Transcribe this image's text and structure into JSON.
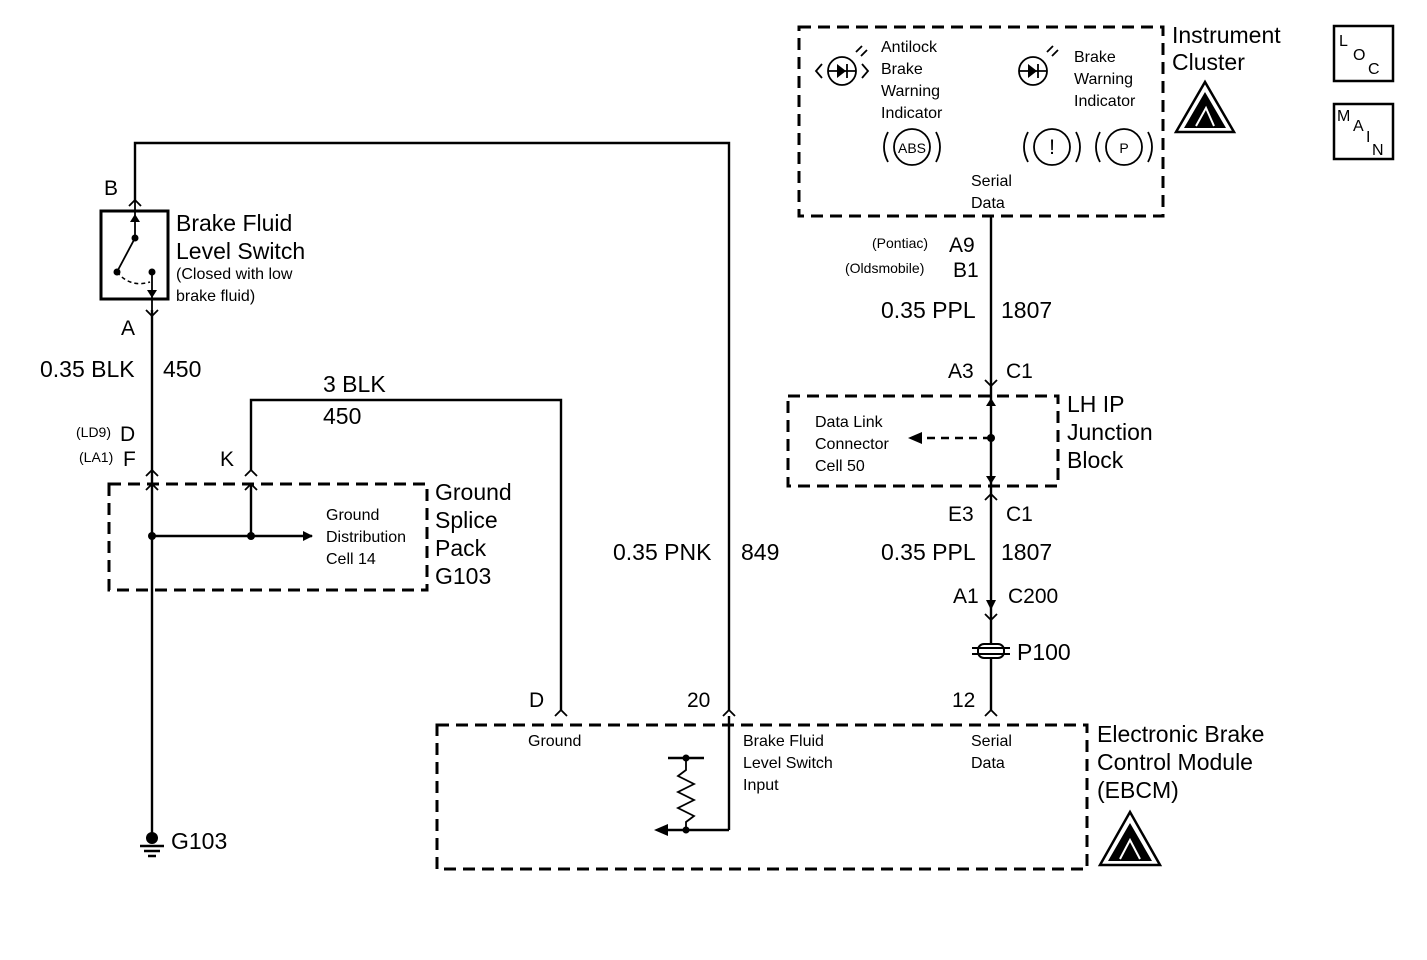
{
  "instrument_cluster": {
    "name_line1": "Instrument",
    "name_line2": "Cluster",
    "abs_label_1": "Antilock",
    "abs_label_2": "Brake",
    "abs_label_3": "Warning",
    "abs_label_4": "Indicator",
    "abs_symbol": "ABS",
    "brake_label_1": "Brake",
    "brake_label_2": "Warning",
    "brake_label_3": "Indicator",
    "brake_symbol_1": "!",
    "brake_symbol_2": "P",
    "serial_1": "Serial",
    "serial_2": "Data"
  },
  "nav": {
    "loc_1": "L",
    "loc_2": "O",
    "loc_3": "C",
    "main_1": "M",
    "main_2": "A",
    "main_3": "I",
    "main_4": "N"
  },
  "switch": {
    "name_line1": "Brake Fluid",
    "name_line2": "Level Switch",
    "note_line1": "(Closed with low",
    "note_line2": "brake fluid)",
    "pin_top": "B",
    "pin_bottom": "A"
  },
  "wires": {
    "blk_color": "0.35 BLK",
    "blk_circuit": "450",
    "blk3_color": "3 BLK",
    "blk3_circuit": "450",
    "pnk_color": "0.35 PNK",
    "pnk_circuit": "849",
    "ppl_color_top": "0.35 PPL",
    "ppl_circuit_top": "1807",
    "ppl_color_bottom": "0.35 PPL",
    "ppl_circuit_bottom": "1807"
  },
  "ground_splice": {
    "name_1": "Ground",
    "name_2": "Splice",
    "name_3": "Pack",
    "name_4": "G103",
    "pin_ld9_option": "(LD9)",
    "pin_ld9": "D",
    "pin_la1_option": "(LA1)",
    "pin_la1": "F",
    "pin_k": "K",
    "ref_1": "Ground",
    "ref_2": "Distribution",
    "ref_3": "Cell 14",
    "ground_label": "G103"
  },
  "connectors": {
    "pontiac": "(Pontiac)",
    "pin_a9": "A9",
    "oldsmobile": "(Oldsmobile)",
    "pin_b1": "B1",
    "pin_a3": "A3",
    "c1_top": "C1",
    "pin_e3": "E3",
    "c1_bottom": "C1",
    "pin_a1": "A1",
    "c200": "C200",
    "splice": "P100"
  },
  "junction_block": {
    "name_1": "LH IP",
    "name_2": "Junction",
    "name_3": "Block",
    "ref_1": "Data Link",
    "ref_2": "Connector",
    "ref_3": "Cell 50"
  },
  "ebcm": {
    "name_1": "Electronic Brake",
    "name_2": "Control Module",
    "name_3": "(EBCM)",
    "pin_d": "D",
    "pin_20": "20",
    "pin_12": "12",
    "ground_label": "Ground",
    "input_1": "Brake Fluid",
    "input_2": "Level Switch",
    "input_3": "Input",
    "serial_1": "Serial",
    "serial_2": "Data"
  }
}
